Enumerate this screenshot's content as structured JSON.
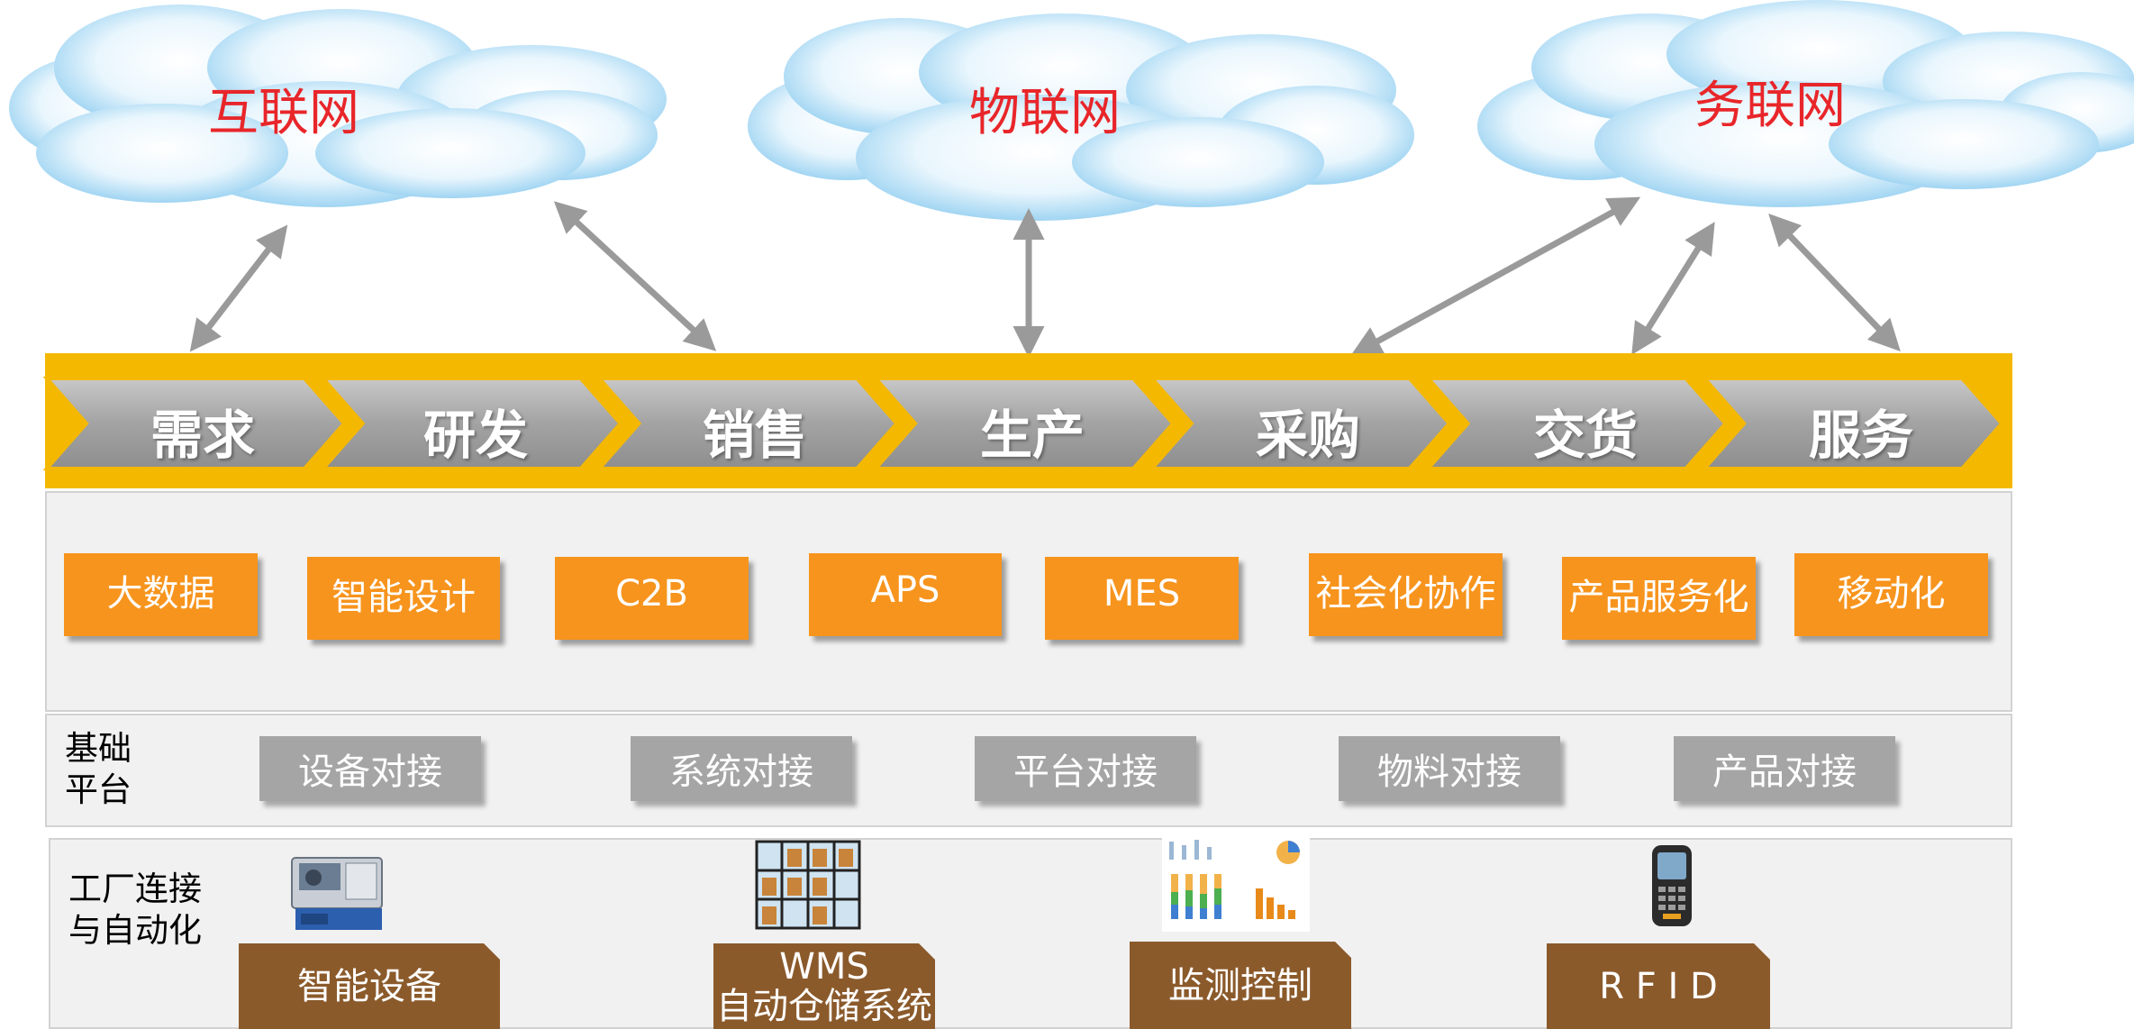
{
  "clouds": [
    {
      "label": "互联网"
    },
    {
      "label": "物联网"
    },
    {
      "label": "务联网"
    }
  ],
  "chain": [
    "需求",
    "研发",
    "销售",
    "生产",
    "采购",
    "交货",
    "服务"
  ],
  "applications": [
    "大数据",
    "智能设计",
    "C2B",
    "APS",
    "MES",
    "社会化协作",
    "产品服务化",
    "移动化"
  ],
  "base_platform": {
    "label": "基础\n平台",
    "items": [
      "设备对接",
      "系统对接",
      "平台对接",
      "物料对接",
      "产品对接"
    ]
  },
  "factory": {
    "label": "工厂连接\n与自动化",
    "items": [
      {
        "line1": "智能设备",
        "line2": "",
        "icon": "cnc-machine-icon"
      },
      {
        "line1": "WMS",
        "line2": "自动仓储系统",
        "icon": "warehouse-shelf-icon"
      },
      {
        "line1": "监测控制",
        "line2": "",
        "icon": "monitoring-charts-icon"
      },
      {
        "line1": "R F I D",
        "line2": "",
        "icon": "rfid-scanner-icon"
      }
    ]
  },
  "colors": {
    "cloud_text": "#e8262a",
    "chain_band": "#f5b800",
    "chevron": "#a6a6a6",
    "app_box": "#f7941d",
    "platform_box": "#a5a5a5",
    "factory_box": "#8b5a2b"
  }
}
